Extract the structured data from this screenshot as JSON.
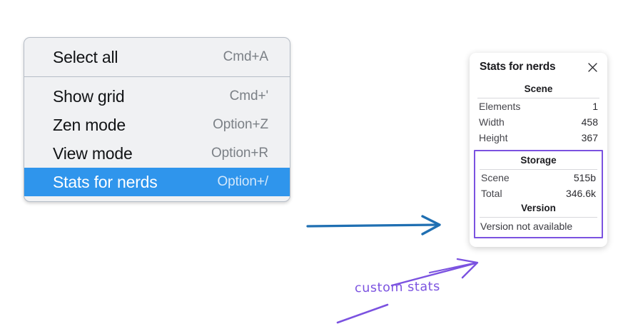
{
  "context_menu": {
    "name": "canvas-context-menu",
    "groups": [
      {
        "items": [
          {
            "label": "Select all",
            "shortcut": "Cmd+A",
            "selected": false
          }
        ]
      },
      {
        "items": [
          {
            "label": "Show grid",
            "shortcut": "Cmd+'",
            "selected": false
          },
          {
            "label": "Zen mode",
            "shortcut": "Option+Z",
            "selected": false
          },
          {
            "label": "View mode",
            "shortcut": "Option+R",
            "selected": false
          },
          {
            "label": "Stats for nerds",
            "shortcut": "Option+/",
            "selected": true
          }
        ]
      }
    ],
    "items": {
      "select_all": {
        "label": "Select all",
        "shortcut": "Cmd+A"
      },
      "show_grid": {
        "label": "Show grid",
        "shortcut": "Cmd+'"
      },
      "zen_mode": {
        "label": "Zen mode",
        "shortcut": "Option+Z"
      },
      "view_mode": {
        "label": "View mode",
        "shortcut": "Option+R"
      },
      "stats_for_nerds": {
        "label": "Stats for nerds",
        "shortcut": "Option+/"
      }
    }
  },
  "stats_panel": {
    "title": "Stats for nerds",
    "close_icon": "close-icon",
    "sections": {
      "scene": {
        "heading": "Scene",
        "rows": [
          {
            "key": "Elements",
            "value": "1"
          },
          {
            "key": "Width",
            "value": "458"
          },
          {
            "key": "Height",
            "value": "367"
          }
        ]
      },
      "storage": {
        "heading": "Storage",
        "rows": [
          {
            "key": "Scene",
            "value": "515b"
          },
          {
            "key": "Total",
            "value": "346.6k"
          }
        ]
      },
      "version": {
        "heading": "Version",
        "text": "Version not available"
      }
    }
  },
  "annotations": {
    "handwritten_note": "custom stats",
    "note_color": "#7b52e0",
    "pointer_arrow_color": "#1f6fb2"
  },
  "colors": {
    "menu_background": "#f0f1f3",
    "menu_border": "#b6bdc7",
    "menu_selected": "#2f95ec",
    "menu_selected_text": "#ffffff",
    "menu_shortcut_text": "#7b8086",
    "panel_background": "#ffffff",
    "custom_region_border": "#7b52e0",
    "annotation_purple": "#7b52e0",
    "annotation_blue": "#1f6fb2",
    "page_background": "#ffffff"
  }
}
